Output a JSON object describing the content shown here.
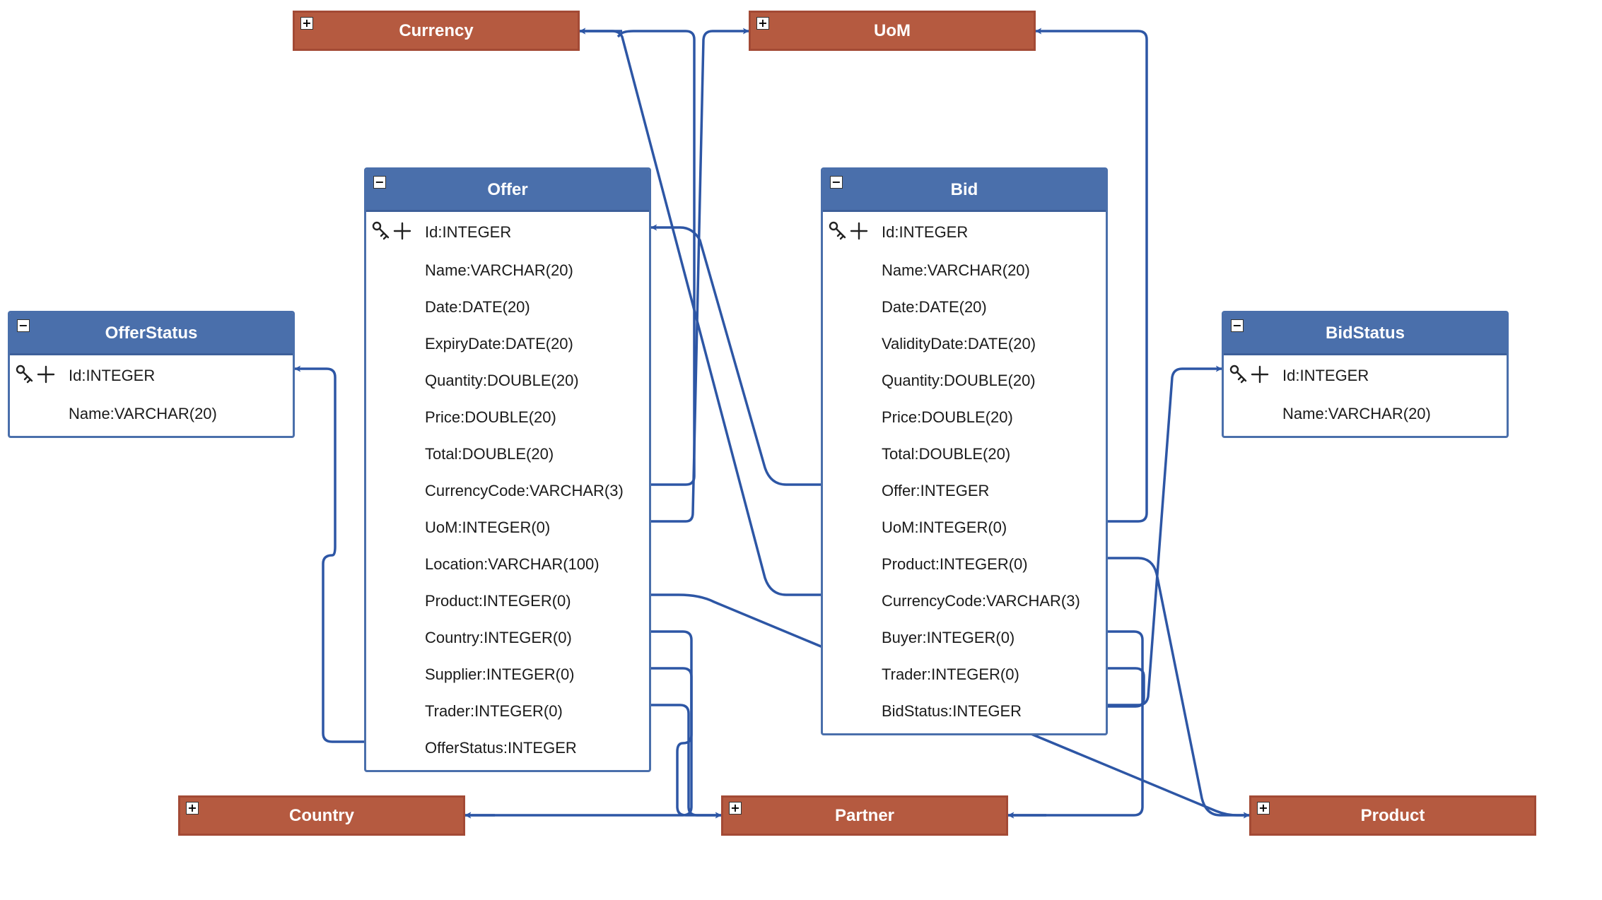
{
  "colors": {
    "entity_header": "#4a6fab",
    "collapsed_entity": "#b55a40",
    "edge": "#2d56a5"
  },
  "entities": {
    "offer": {
      "title": "Offer",
      "fields": [
        "Id:INTEGER",
        "Name:VARCHAR(20)",
        "Date:DATE(20)",
        "ExpiryDate:DATE(20)",
        "Quantity:DOUBLE(20)",
        "Price:DOUBLE(20)",
        "Total:DOUBLE(20)",
        "CurrencyCode:VARCHAR(3)",
        "UoM:INTEGER(0)",
        "Location:VARCHAR(100)",
        "Product:INTEGER(0)",
        "Country:INTEGER(0)",
        "Supplier:INTEGER(0)",
        "Trader:INTEGER(0)",
        "OfferStatus:INTEGER"
      ]
    },
    "bid": {
      "title": "Bid",
      "fields": [
        "Id:INTEGER",
        "Name:VARCHAR(20)",
        "Date:DATE(20)",
        "ValidityDate:DATE(20)",
        "Quantity:DOUBLE(20)",
        "Price:DOUBLE(20)",
        "Total:DOUBLE(20)",
        "Offer:INTEGER",
        "UoM:INTEGER(0)",
        "Product:INTEGER(0)",
        "CurrencyCode:VARCHAR(3)",
        "Buyer:INTEGER(0)",
        "Trader:INTEGER(0)",
        "BidStatus:INTEGER"
      ]
    },
    "offerstatus": {
      "title": "OfferStatus",
      "fields": [
        "Id:INTEGER",
        "Name:VARCHAR(20)"
      ]
    },
    "bidstatus": {
      "title": "BidStatus",
      "fields": [
        "Id:INTEGER",
        "Name:VARCHAR(20)"
      ]
    }
  },
  "collapsed": {
    "currency": "Currency",
    "uom": "UoM",
    "country": "Country",
    "partner": "Partner",
    "product": "Product"
  },
  "toggle": {
    "expanded": "−",
    "collapsed": "+"
  }
}
